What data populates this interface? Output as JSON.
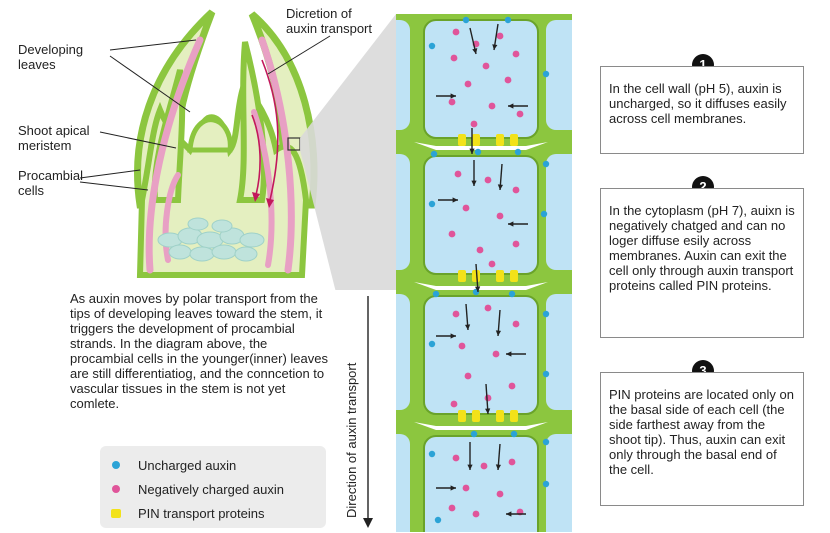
{
  "labels": {
    "developing_leaves": "Developing\nleaves",
    "direction_top": "Dicretion of\nauxin transport",
    "shoot_apical_meristem": "Shoot apical\nmeristem",
    "procambial_cells": "Procambial\ncells",
    "direction_vertical": "Direction of auxin transport"
  },
  "paragraph": "As auxin moves by polar transport from the tips of developing leaves toward the stem, it triggers the development of procambial strands. In the diagram above, the procambial cells in the younger(inner) leaves are still differentiatiog, and the conncetion to vascular tissues in the stem is not yet comlete.",
  "legend": {
    "uncharged": {
      "label": "Uncharged auxin",
      "color": "#2ba3d6"
    },
    "charged": {
      "label": "Negatively charged auxin",
      "color": "#e0559a"
    },
    "pin": {
      "label": "PIN transport proteins",
      "color": "#f2e21a"
    }
  },
  "boxes": [
    {
      "number": "1",
      "text": "In the cell wall (pH 5), auxin is uncharged, so it diffuses easily across cell membranes."
    },
    {
      "number": "2",
      "text": "In the cytoplasm (pH 7), auixn is negatively chatged and can no loger diffuse esily across membranes. Auxin can exit the cell only through auxin transport proteins called PIN proteins."
    },
    {
      "number": "3",
      "text": "PIN proteins are located only on the basal side of each cell (the side farthest away from the shoot tip). Thus, auxin can exit only through the basal end of the cell."
    }
  ],
  "colors": {
    "cell_wall": "#8cc63f",
    "cell_wall_dark": "#6aa32a",
    "cytoplasm": "#bfe3f5",
    "tissue": "#e4efc0",
    "procambial": "#e8a0c4",
    "arrow_red": "#c2185b"
  }
}
